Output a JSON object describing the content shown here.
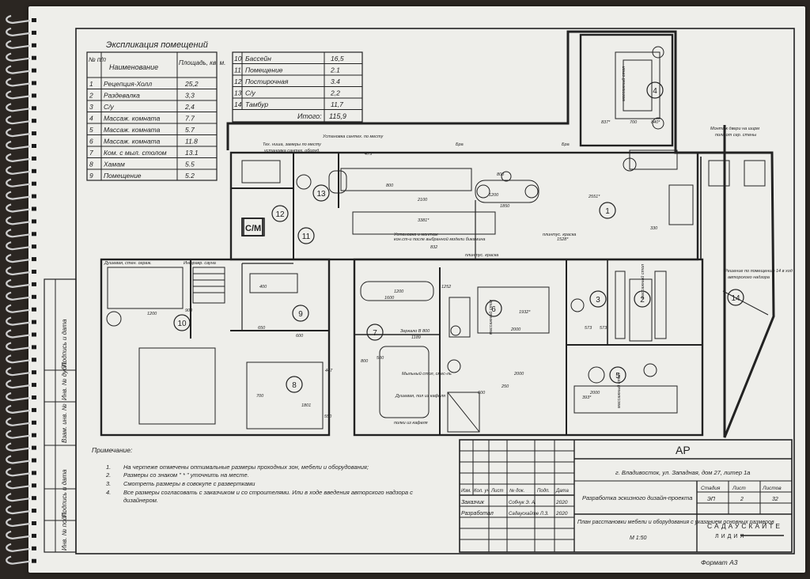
{
  "explication": {
    "title": "Экспликация помещений",
    "col_no": "№ п/п",
    "col_name": "Наименование",
    "col_area": "Площадь, кв. м.",
    "rows_left": [
      {
        "n": "1",
        "name": "Рецепция-Холл",
        "area": "25,2"
      },
      {
        "n": "2",
        "name": "Раздевалка",
        "area": "3,3"
      },
      {
        "n": "3",
        "name": "С/у",
        "area": "2,4"
      },
      {
        "n": "4",
        "name": "Массаж. комната",
        "area": "7.7"
      },
      {
        "n": "5",
        "name": "Массаж. комната",
        "area": "5.7"
      },
      {
        "n": "6",
        "name": "Массаж. комната",
        "area": "11.8"
      },
      {
        "n": "7",
        "name": "Ком. с мыл. столом",
        "area": "13.1"
      },
      {
        "n": "8",
        "name": "Хамам",
        "area": "5.5"
      },
      {
        "n": "9",
        "name": "Помещение",
        "area": "5.2"
      }
    ],
    "rows_right": [
      {
        "n": "10",
        "name": "Бассейн",
        "area": "16,5"
      },
      {
        "n": "11",
        "name": "Помещение",
        "area": "2.1"
      },
      {
        "n": "12",
        "name": "Постирочная",
        "area": "3.4"
      },
      {
        "n": "13",
        "name": "С/у",
        "area": "2,2"
      },
      {
        "n": "14",
        "name": "Тамбур",
        "area": "11,7"
      }
    ],
    "total_label": "Итого:",
    "total_value": "115,9"
  },
  "notes": {
    "title": "Примечание:",
    "items": [
      "На чертеже отмечены оптимальные размеры проходных зон, мебели и оборудования;",
      "Размеры со знаком \" * \" уточнить на месте.",
      "Смотреть размеры в совокупе с развертками",
      "Все размеры согласовать с заказчиком и со строителями. Или в ходе введения авторского надзора с дизайнером."
    ],
    "numbers": [
      "1.",
      "2.",
      "3.",
      "4."
    ]
  },
  "stamp": {
    "code": "АР",
    "address": "г. Владивосток, ул. Западная, дом 27, литер 1а",
    "project": "Разработка эскизного дизайн-проекта",
    "sheet_title": "План расстановки мебели и оборудования с указанием основных размеров",
    "scale": "М 1:50",
    "hdr_izm": "Изм.",
    "hdr_koluch": "Кол. уч",
    "hdr_list": "Лист",
    "hdr_ndok": "№ док.",
    "hdr_podp": "Подп.",
    "hdr_data": "Дата",
    "client_label": "Заказчик",
    "client_name": "Собчук Э. А.",
    "client_year": "2020",
    "dev_label": "Разработал",
    "dev_name": "Садаускайте Л.З.",
    "dev_year": "2020",
    "stage_label": "Стадия",
    "stage_value": "ЭП",
    "sheet_label": "Лист",
    "sheet_value": "2",
    "sheets_label": "Листов",
    "sheets_value": "32",
    "brand_line1": "САДАУСКАЙТЕ",
    "brand_line2": "ЛИДИЯ",
    "format": "Формат А3"
  },
  "margin_labels": [
    "Инв. № подл.",
    "Подпись и дата",
    "Взам. инв. №",
    "Инв. № дубл.",
    "Подпись и дата"
  ],
  "plan": {
    "rooms": [
      "1",
      "2",
      "3",
      "4",
      "5",
      "6",
      "7",
      "8",
      "9",
      "10",
      "11",
      "12",
      "13",
      "14"
    ],
    "su_label": "С/М",
    "notes_top": [
      "Тех. ниша, замеры по месту",
      "установка сантех. оборуд.",
      "Установка сантех. по месту",
      "Бра",
      "Бра",
      "Монтаж двери на ширм",
      "пола от сер. стены"
    ],
    "notes_mid": [
      "Душевая, стен. ограж.",
      "Инфракр. сауна",
      "Установка и монтаж",
      "кон.ст-и после выбранной модели бикамина",
      "плинтус. краска",
      "плинтус. краска",
      "Решение по помещению 14 в ход",
      "авторского надзора",
      "Зеркало В 800",
      "Мыльный стол, смес-ль",
      "Душевая, пол из кафеля",
      "полки из кафеля",
      "массажный стол",
      "массажный стол",
      "массажный стол",
      "массажный стол"
    ],
    "dims": [
      "475*",
      "800",
      "2100",
      "3381*",
      "1850",
      "1200",
      "2551*",
      "800",
      "1528*",
      "832",
      "1200",
      "1600",
      "1252",
      "1932*",
      "2000",
      "1189",
      "500",
      "800",
      "700",
      "1801",
      "447",
      "650",
      "600",
      "1200",
      "900",
      "2000",
      "2000",
      "837*",
      "700",
      "840*",
      "393*",
      "573",
      "573",
      "330",
      "550",
      "250",
      "600",
      "400"
    ]
  }
}
